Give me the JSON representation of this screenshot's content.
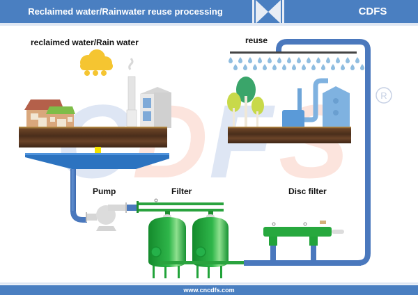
{
  "header": {
    "title": "Reclaimed water/Rainwater reuse processing",
    "brand": "CDFS"
  },
  "labels": {
    "source": "reclaimed water/Rain water",
    "reuse": "reuse",
    "pump": "Pump",
    "filter": "Filter",
    "disc_filter": "Disc filter"
  },
  "watermark": {
    "text": "CDFS",
    "registered": "®"
  },
  "footer": {
    "url": "www.cncdfs.com"
  },
  "colors": {
    "header_blue": "#4a7fc1",
    "pipe_blue": "#4a78bd",
    "filter_green": "#22a33a",
    "cloud_yellow": "#f5c531",
    "arrow_yellow": "#f2e300",
    "soil_brown": "#5a3a22"
  }
}
